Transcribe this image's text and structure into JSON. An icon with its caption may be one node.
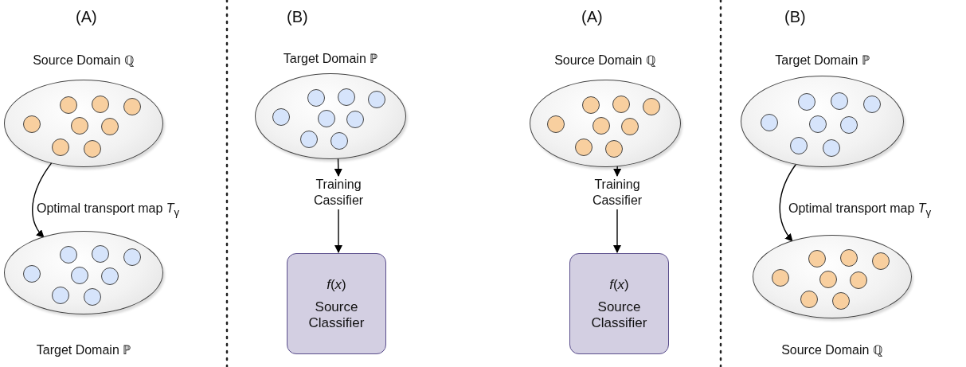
{
  "diagram": {
    "nodes": [
      {
        "text": [
          "Source Domain ℚ"
        ]
      },
      {
        "text": [],
        "shape": "circle",
        "in": 0
      },
      {
        "text": [],
        "shape": "circle",
        "in": 0
      },
      {
        "text": [],
        "shape": "circle",
        "in": 0
      },
      {
        "text": [],
        "shape": "circle",
        "in": 0
      },
      {
        "text": [],
        "shape": "circle",
        "in": 0
      },
      {
        "text": [],
        "shape": "circle",
        "in": 0
      },
      {
        "text": [],
        "shape": "circle",
        "in": 0
      },
      {
        "text": [],
        "shape": "circle",
        "in": 0
      },
      {
        "text": [
          "Target Domain ℙ"
        ]
      },
      {
        "text": [],
        "shape": "circle",
        "in": 9
      },
      {
        "text": [],
        "shape": "circle",
        "in": 9
      },
      {
        "text": [],
        "shape": "circle",
        "in": 9
      },
      {
        "text": [],
        "shape": "circle",
        "in": 9
      },
      {
        "text": [],
        "shape": "circle",
        "in": 9
      },
      {
        "text": [],
        "shape": "circle",
        "in": 9
      },
      {
        "text": [],
        "shape": "circle",
        "in": 9
      },
      {
        "text": [],
        "shape": "circle",
        "in": 9
      },
      {
        "text": [
          "Target Domain ℙ"
        ]
      },
      {
        "text": [],
        "shape": "circle",
        "in": 18
      },
      {
        "text": [],
        "shape": "circle",
        "in": 18
      },
      {
        "text": [],
        "shape": "circle",
        "in": 18
      },
      {
        "text": [],
        "shape": "circle",
        "in": 18
      },
      {
        "text": [],
        "shape": "circle",
        "in": 18
      },
      {
        "text": [],
        "shape": "circle",
        "in": 18
      },
      {
        "text": [],
        "shape": "circle",
        "in": 18
      },
      {
        "text": [],
        "shape": "circle",
        "in": 18
      },
      {
        "text": [
          "Training Cassifier"
        ]
      },
      {
        "text": [
          "*f*(*x*)",
          "Source Classifier"
        ]
      },
      {
        "text": [
          "Source Domain ℚ"
        ]
      },
      {
        "text": [],
        "shape": "circle",
        "in": 29
      },
      {
        "text": [],
        "shape": "circle",
        "in": 29
      },
      {
        "text": [],
        "shape": "circle",
        "in": 29
      },
      {
        "text": [],
        "shape": "circle",
        "in": 29
      },
      {
        "text": [],
        "shape": "circle",
        "in": 29
      },
      {
        "text": [],
        "shape": "circle",
        "in": 29
      },
      {
        "text": [],
        "shape": "circle",
        "in": 29
      },
      {
        "text": [],
        "shape": "circle",
        "in": 29
      },
      {
        "text": [
          "Training Cassifier"
        ]
      },
      {
        "text": [
          "*f*(*x*)",
          "Source Classifier"
        ]
      },
      {
        "text": [
          "Target Domain ℙ"
        ]
      },
      {
        "text": [],
        "shape": "circle",
        "in": 40
      },
      {
        "text": [],
        "shape": "circle",
        "in": 40
      },
      {
        "text": [],
        "shape": "circle",
        "in": 40
      },
      {
        "text": [],
        "shape": "circle",
        "in": 40
      },
      {
        "text": [],
        "shape": "circle",
        "in": 40
      },
      {
        "text": [],
        "shape": "circle",
        "in": 40
      },
      {
        "text": [],
        "shape": "circle",
        "in": 40
      },
      {
        "text": [],
        "shape": "circle",
        "in": 40
      },
      {
        "text": [
          "Source Domain ℚ"
        ]
      },
      {
        "text": [],
        "shape": "circle",
        "in": 49
      },
      {
        "text": [],
        "shape": "circle",
        "in": 49
      },
      {
        "text": [],
        "shape": "circle",
        "in": 49
      },
      {
        "text": [],
        "shape": "circle",
        "in": 49
      },
      {
        "text": [],
        "shape": "circle",
        "in": 49
      },
      {
        "text": [],
        "shape": "circle",
        "in": 49
      },
      {
        "text": [],
        "shape": "circle",
        "in": 49
      },
      {
        "text": [],
        "shape": "circle",
        "in": 49
      }
    ],
    "edges": [
      {
        "from": 0,
        "to": 9,
        "arrow": "to",
        "label": "Optimal transport map *T*$_{γ}$"
      },
      {
        "from": 18,
        "to": 27,
        "arrow": "to"
      },
      {
        "from": 27,
        "to": 28,
        "arrow": "to"
      },
      {
        "from": 29,
        "to": 38,
        "arrow": "to"
      },
      {
        "from": 38,
        "to": 39,
        "arrow": "to"
      },
      {
        "from": 40,
        "to": 49,
        "arrow": "to",
        "label": "Optimal transport map *T*$_{γ}$"
      }
    ],
    "labels": [
      "(A)",
      "(B)",
      "(A)",
      "(B)"
    ]
  }
}
